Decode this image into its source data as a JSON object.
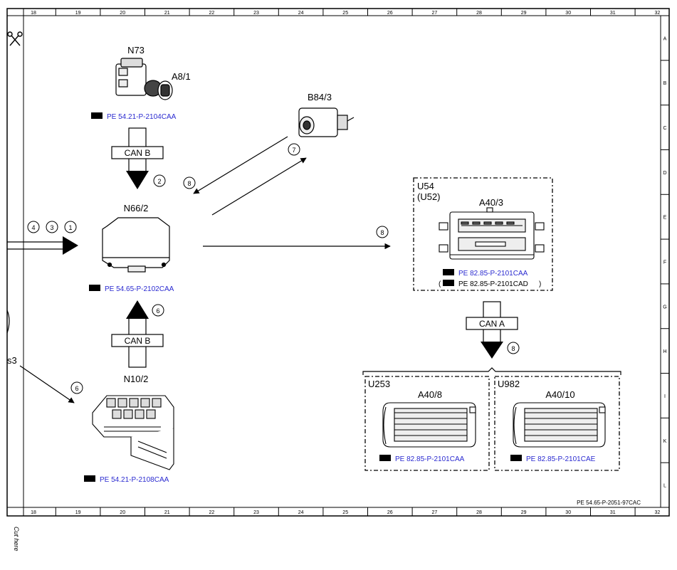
{
  "ruler": {
    "columns": [
      "18",
      "19",
      "20",
      "21",
      "22",
      "23",
      "24",
      "25",
      "26",
      "27",
      "28",
      "29",
      "30",
      "31",
      "32"
    ],
    "rows": [
      "A",
      "B",
      "C",
      "D",
      "E",
      "F",
      "G",
      "H",
      "I",
      "K",
      "L"
    ]
  },
  "cut_text": "Cut here",
  "drawing_id": "PE 54.65-P-2051-97CAC",
  "edge_label": "s3",
  "components": {
    "n73": {
      "name": "N73",
      "sub": "A8/1",
      "ref": "PE 54.21-P-2104CAA"
    },
    "b84": {
      "name": "B84/3"
    },
    "n66": {
      "name": "N66/2",
      "ref": "PE 54.65-P-2102CAA"
    },
    "n10": {
      "name": "N10/2",
      "ref": "PE 54.21-P-2108CAA"
    },
    "u54": {
      "name": "U54",
      "alt": "(U52)",
      "sub": "A40/3",
      "ref": "PE 82.85-P-2101CAA",
      "ref2": "PE 82.85-P-2101CAD"
    },
    "u253": {
      "name": "U253",
      "sub": "A40/8",
      "ref": "PE 82.85-P-2101CAA"
    },
    "u982": {
      "name": "U982",
      "sub": "A40/10",
      "ref": "PE 82.85-P-2101CAE"
    }
  },
  "can": {
    "b_top": "CAN B",
    "b_bottom": "CAN B",
    "a": "CAN A"
  },
  "markers": {
    "m1": "1",
    "m3": "3",
    "m4": "4",
    "m2": "2",
    "m6a": "6",
    "m6b": "6",
    "m7": "7",
    "m8a": "8",
    "m8b": "8",
    "m8c": "8"
  }
}
